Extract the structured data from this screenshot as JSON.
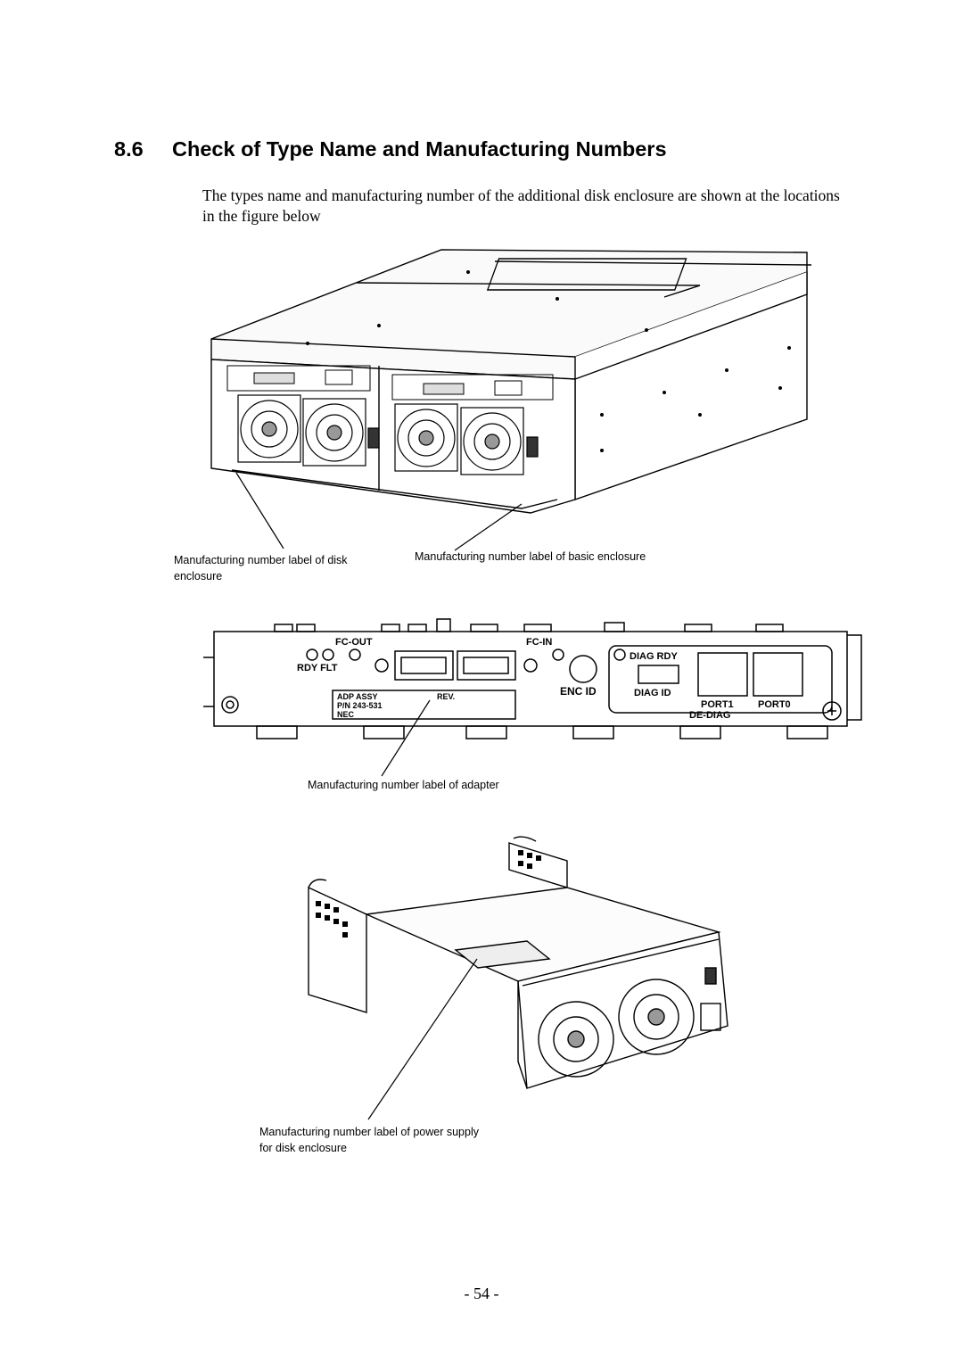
{
  "section": {
    "number": "8.6",
    "title": "Check of Type Name and Manufacturing Numbers"
  },
  "intro": "The types name and manufacturing number of the additional disk enclosure are shown at the locations in the figure below",
  "figures": {
    "enclosure": {
      "caption_disk": "Manufacturing number label of disk enclosure",
      "caption_basic": "Manufacturing number label of basic enclosure"
    },
    "adapter": {
      "caption": "Manufacturing number label of adapter",
      "panel_labels": {
        "fc_out": "FC-OUT",
        "fc_in": "FC-IN",
        "rdy_flt": "RDY FLT",
        "enc_id": "ENC ID",
        "diag_rdy": "DIAG RDY",
        "diag_id": "DIAG ID",
        "port1": "PORT1",
        "port0": "PORT0",
        "de_diag": "DE-DIAG",
        "label_adp": "ADP ASSY",
        "label_pn": "P/N 243-531",
        "label_nec": "NEC",
        "label_rev": "REV."
      }
    },
    "power_supply": {
      "caption": "Manufacturing number label of power supply for disk enclosure"
    }
  },
  "page_number": "- 54 -"
}
